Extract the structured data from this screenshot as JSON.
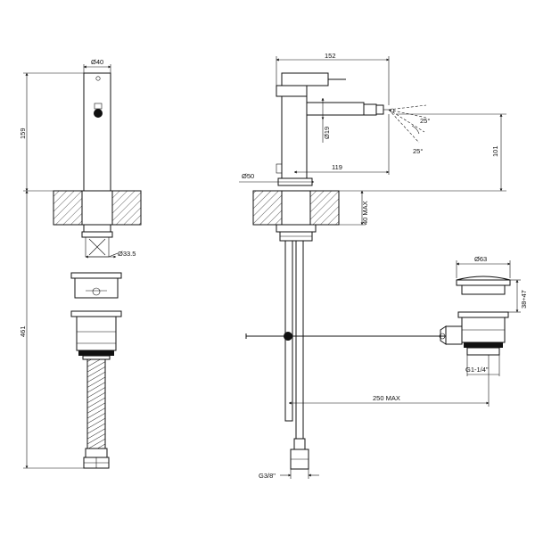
{
  "dimensions": {
    "d40": "Ø40",
    "h159": "159",
    "d33_5": "Ø33.5",
    "h461": "461",
    "w152": "152",
    "d19": "Ø19",
    "w119": "119",
    "d50": "Ø50",
    "angle_top": "25°",
    "angle_bottom": "25°",
    "h101": "101",
    "max40": "40 MAX",
    "d63": "Ø63",
    "h38_47": "38÷47",
    "g1_1_4": "G1-1/4\"",
    "max250": "250 MAX",
    "g3_8": "G3/8\""
  },
  "colors": {
    "line": "#111111",
    "background": "#ffffff",
    "hatch": "#333333"
  }
}
